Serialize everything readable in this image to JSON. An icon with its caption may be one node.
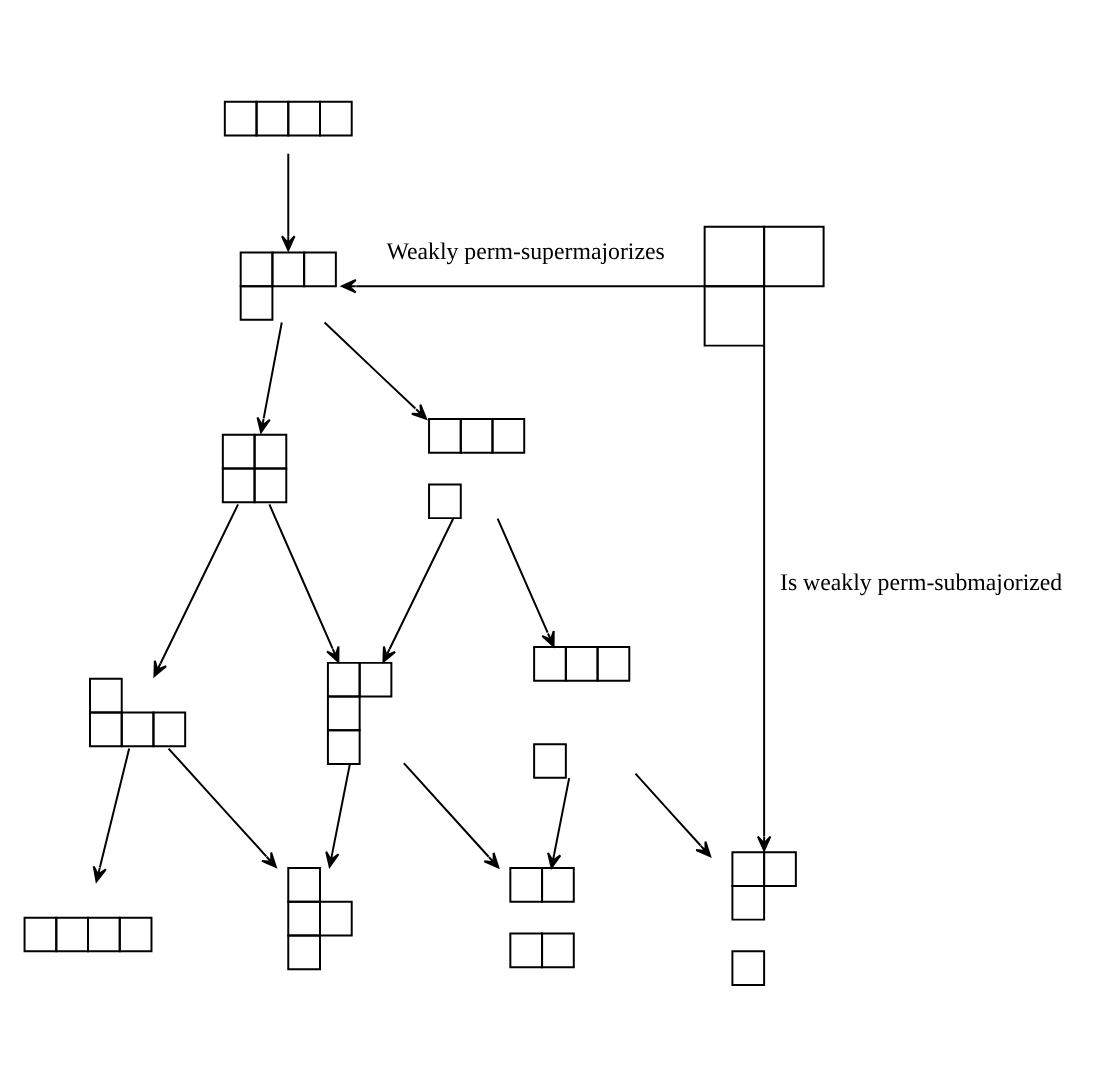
{
  "diagram": {
    "nodes": [
      {
        "text": [],
        "shape": "grid"
      },
      {
        "text": [],
        "shape": "grid"
      },
      {
        "text": [],
        "shape": "grid"
      },
      {
        "text": [],
        "shape": "grid"
      },
      {
        "text": [],
        "shape": "grid"
      },
      {
        "text": [],
        "shape": "grid"
      },
      {
        "text": [],
        "shape": "grid"
      },
      {
        "text": [],
        "shape": "grid"
      },
      {
        "text": [],
        "shape": "grid"
      },
      {
        "text": [],
        "shape": "grid"
      },
      {
        "text": [],
        "shape": "grid"
      },
      {
        "text": [],
        "shape": "grid"
      }
    ],
    "edges": [
      {
        "from": 0,
        "to": 1,
        "arrow": "to"
      },
      {
        "from": 2,
        "to": 1,
        "arrow": "to",
        "label": "Weakly perm-supermajorizes"
      },
      {
        "from": 2,
        "to": 11,
        "arrow": "to",
        "label": "Is weakly perm-submajorized"
      },
      {
        "from": 1,
        "to": 3,
        "arrow": "to"
      },
      {
        "from": 1,
        "to": 4,
        "arrow": "to"
      },
      {
        "from": 3,
        "to": 5,
        "arrow": "to"
      },
      {
        "from": 3,
        "to": 6,
        "arrow": "to"
      },
      {
        "from": 4,
        "to": 6,
        "arrow": "to"
      },
      {
        "from": 4,
        "to": 7,
        "arrow": "to"
      },
      {
        "from": 5,
        "to": 8,
        "arrow": "to"
      },
      {
        "from": 5,
        "to": 9,
        "arrow": "to"
      },
      {
        "from": 6,
        "to": 9,
        "arrow": "to"
      },
      {
        "from": 6,
        "to": 10,
        "arrow": "to"
      },
      {
        "from": 7,
        "to": 10,
        "arrow": "to"
      },
      {
        "from": 7,
        "to": 11,
        "arrow": "to"
      }
    ]
  }
}
